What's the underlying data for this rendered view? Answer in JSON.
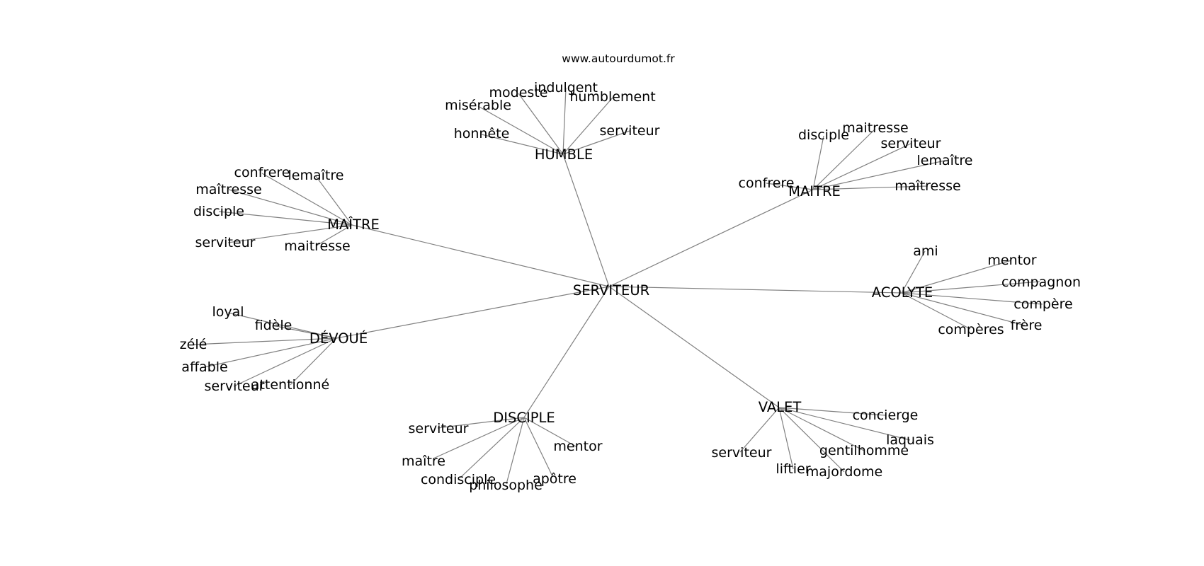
{
  "site": "www.autourdumot.fr",
  "root": {
    "label": "SERVITEUR"
  },
  "clusters": [
    {
      "label": "HUMBLE",
      "words": [
        "misérable",
        "modeste",
        "indulgent",
        "humblement",
        "serviteur",
        "honnête"
      ]
    },
    {
      "label": "MAITRE",
      "words": [
        "disciple",
        "maitresse",
        "serviteur",
        "lemaître",
        "maîtresse",
        "confrere"
      ]
    },
    {
      "label": "MAÎTRE",
      "words": [
        "confrere",
        "lemaître",
        "maîtresse",
        "disciple",
        "serviteur",
        "maitresse"
      ]
    },
    {
      "label": "ACOLYTE",
      "words": [
        "ami",
        "mentor",
        "compagnon",
        "compère",
        "frère",
        "compères"
      ]
    },
    {
      "label": "DÉVOUÉ",
      "words": [
        "loyal",
        "fidèle",
        "zélé",
        "affable",
        "serviteur",
        "attentionné"
      ]
    },
    {
      "label": "DISCIPLE",
      "words": [
        "serviteur",
        "maître",
        "condisciple",
        "philosophe",
        "apôtre",
        "mentor"
      ]
    },
    {
      "label": "VALET",
      "words": [
        "concierge",
        "laquais",
        "gentilhomme",
        "majordome",
        "liftier",
        "serviteur"
      ]
    }
  ]
}
